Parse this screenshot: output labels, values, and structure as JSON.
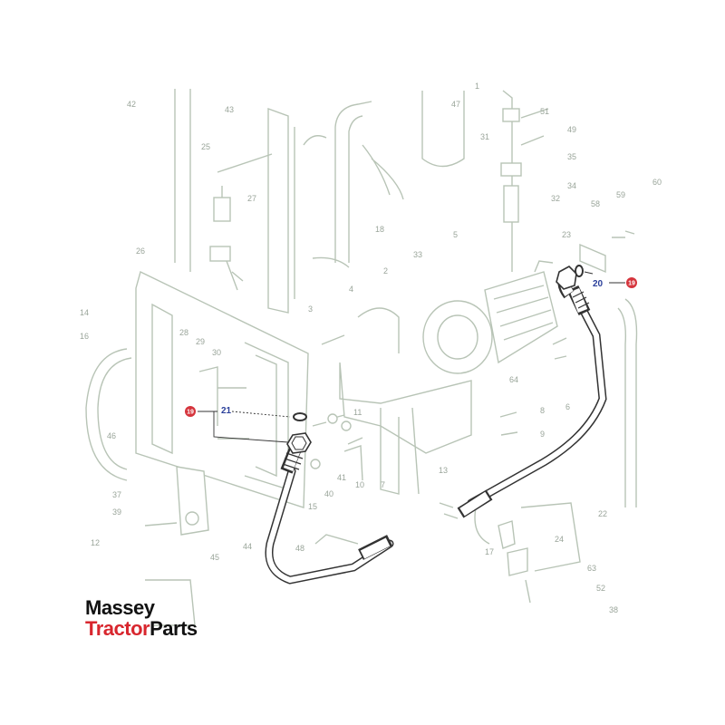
{
  "diagram": {
    "background_labels": [
      {
        "t": "42"
      },
      {
        "t": "43"
      },
      {
        "t": "25"
      },
      {
        "t": "27"
      },
      {
        "t": "26"
      },
      {
        "t": "28"
      },
      {
        "t": "29"
      },
      {
        "t": "30"
      },
      {
        "t": "14"
      },
      {
        "t": "16"
      },
      {
        "t": "46"
      },
      {
        "t": "37"
      },
      {
        "t": "39"
      },
      {
        "t": "12"
      },
      {
        "t": "45"
      },
      {
        "t": "44"
      },
      {
        "t": "31"
      },
      {
        "t": "18"
      },
      {
        "t": "4"
      },
      {
        "t": "3"
      },
      {
        "t": "2"
      },
      {
        "t": "33"
      },
      {
        "t": "5"
      },
      {
        "t": "11"
      },
      {
        "t": "41"
      },
      {
        "t": "40"
      },
      {
        "t": "10"
      },
      {
        "t": "7"
      },
      {
        "t": "15"
      },
      {
        "t": "13"
      },
      {
        "t": "48"
      },
      {
        "t": "17"
      },
      {
        "t": "22"
      },
      {
        "t": "24"
      },
      {
        "t": "63"
      },
      {
        "t": "52"
      },
      {
        "t": "38"
      },
      {
        "t": "8"
      },
      {
        "t": "9"
      },
      {
        "t": "6"
      },
      {
        "t": "64"
      },
      {
        "t": "23"
      },
      {
        "t": "58"
      },
      {
        "t": "59"
      },
      {
        "t": "60"
      },
      {
        "t": "51"
      },
      {
        "t": "49"
      },
      {
        "t": "35"
      },
      {
        "t": "34"
      },
      {
        "t": "32"
      },
      {
        "t": "47"
      },
      {
        "t": "1"
      }
    ],
    "callouts": {
      "part_21": "21",
      "part_20": "20",
      "part_19_left": "19",
      "part_19_right": "19"
    }
  },
  "logo": {
    "line1": "Massey",
    "line2_red": "Tractor",
    "line2_dark": "Parts"
  },
  "colors": {
    "accent_red": "#d5343c",
    "callout_blue": "#2a3f9a",
    "faded_lines": "#b8c4b6"
  }
}
